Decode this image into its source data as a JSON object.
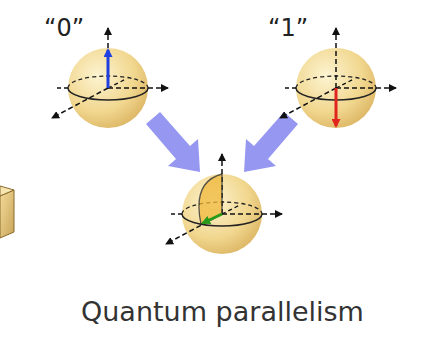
{
  "diagram": {
    "caption": "Quantum parallelism",
    "labels": [
      "“0”",
      "“1”"
    ]
  }
}
